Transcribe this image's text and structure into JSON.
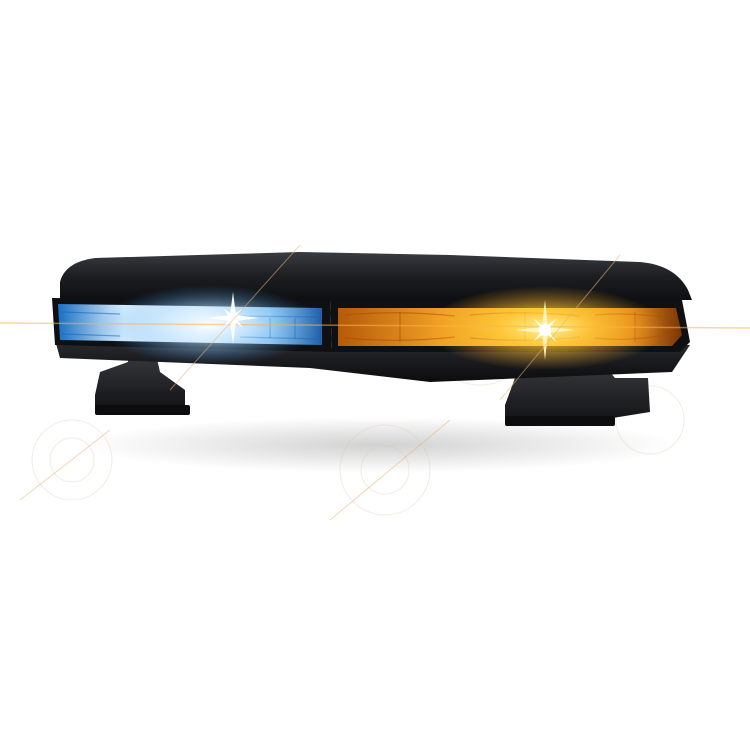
{
  "product": {
    "kind": "emergency-light-bar",
    "left_section_color": "#2a8fe0",
    "left_core_color": "#ffffff",
    "right_section_color": "#f5a623",
    "right_core_color": "#ffcf3a",
    "housing_color": "#1a1b1f",
    "background_color": "#ffffff"
  },
  "icons": {
    "flare_left": "starburst-flare",
    "flare_right": "starburst-flare"
  }
}
